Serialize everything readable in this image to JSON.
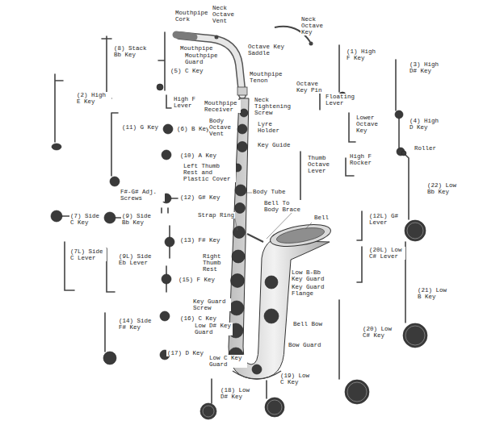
{
  "diagram": {
    "labels": [
      "Mouthpipe Cork",
      "Neck Octave Vent",
      "Neck Octave Key",
      "(8) Stack Bb Key",
      "Mouthpipe",
      "Mouthpipe Guard",
      "Octave Key Saddle",
      "(5) C Key",
      "Mouthpipe Tenon",
      "(1) High F Key",
      "(3) High D# Key",
      "(2) High E Key",
      "Octave Key Pin",
      "Floating Lever",
      "High F Lever",
      "Mouthpipe Receiver",
      "Neck Tightening Screw",
      "(6) B Key",
      "Body Octave Vent",
      "Lyre Holder",
      "Lower Octave Key",
      "(4) High D Key",
      "(11) G Key",
      "Key Guide",
      "Roller",
      "(10) A Key",
      "Left Thumb Rest and Plastic Cover",
      "Thumb Octave Lever",
      "High F Rocker",
      "(22) Low Bb Key",
      "F#-G# Adj. Screws",
      "(12) G# Key",
      "Body Tube",
      "Bell To Body Brace",
      "Bell",
      "(7) Side C Key",
      "(9) Side Bb Key",
      "Strap Ring",
      "(12L) G# Lever",
      "(13) F# Key",
      "(7L) Side C Lever",
      "(9L) Side Eb Lever",
      "Right Thumb Rest",
      "(20L) Low C# Lever",
      "(15) F Key",
      "Low B-Bb Key Guard",
      "Key Guard Flange",
      "(21) Low B Key",
      "Key Guard Screw",
      "(16) C Key",
      "(14) Side F# Key",
      "Low D# Key Guard",
      "Bell Bow",
      "(20) Low C# Key",
      "(17) D Key",
      "Bow Guard",
      "Low C Key Guard",
      "(19) Low C Key",
      "(18) Low D# Key"
    ]
  }
}
